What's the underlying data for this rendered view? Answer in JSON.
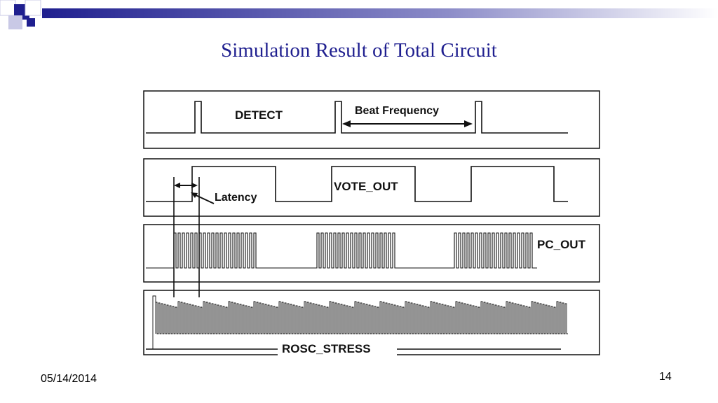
{
  "slide": {
    "title": "Simulation Result of Total Circuit",
    "date": "05/14/2014",
    "page_number": "14"
  },
  "figure": {
    "signals": {
      "detect": "DETECT",
      "vote_out": "VOTE_OUT",
      "pc_out": "PC_OUT",
      "rosc_stress": "ROSC_STRESS"
    },
    "annotations": {
      "beat_frequency": "Beat Frequency",
      "latency": "Latency"
    }
  },
  "colors": {
    "title": "#1f1f8f",
    "accent_dark": "#1f1f8f",
    "accent_light": "#c9c9e6",
    "waveform": "#111111"
  }
}
